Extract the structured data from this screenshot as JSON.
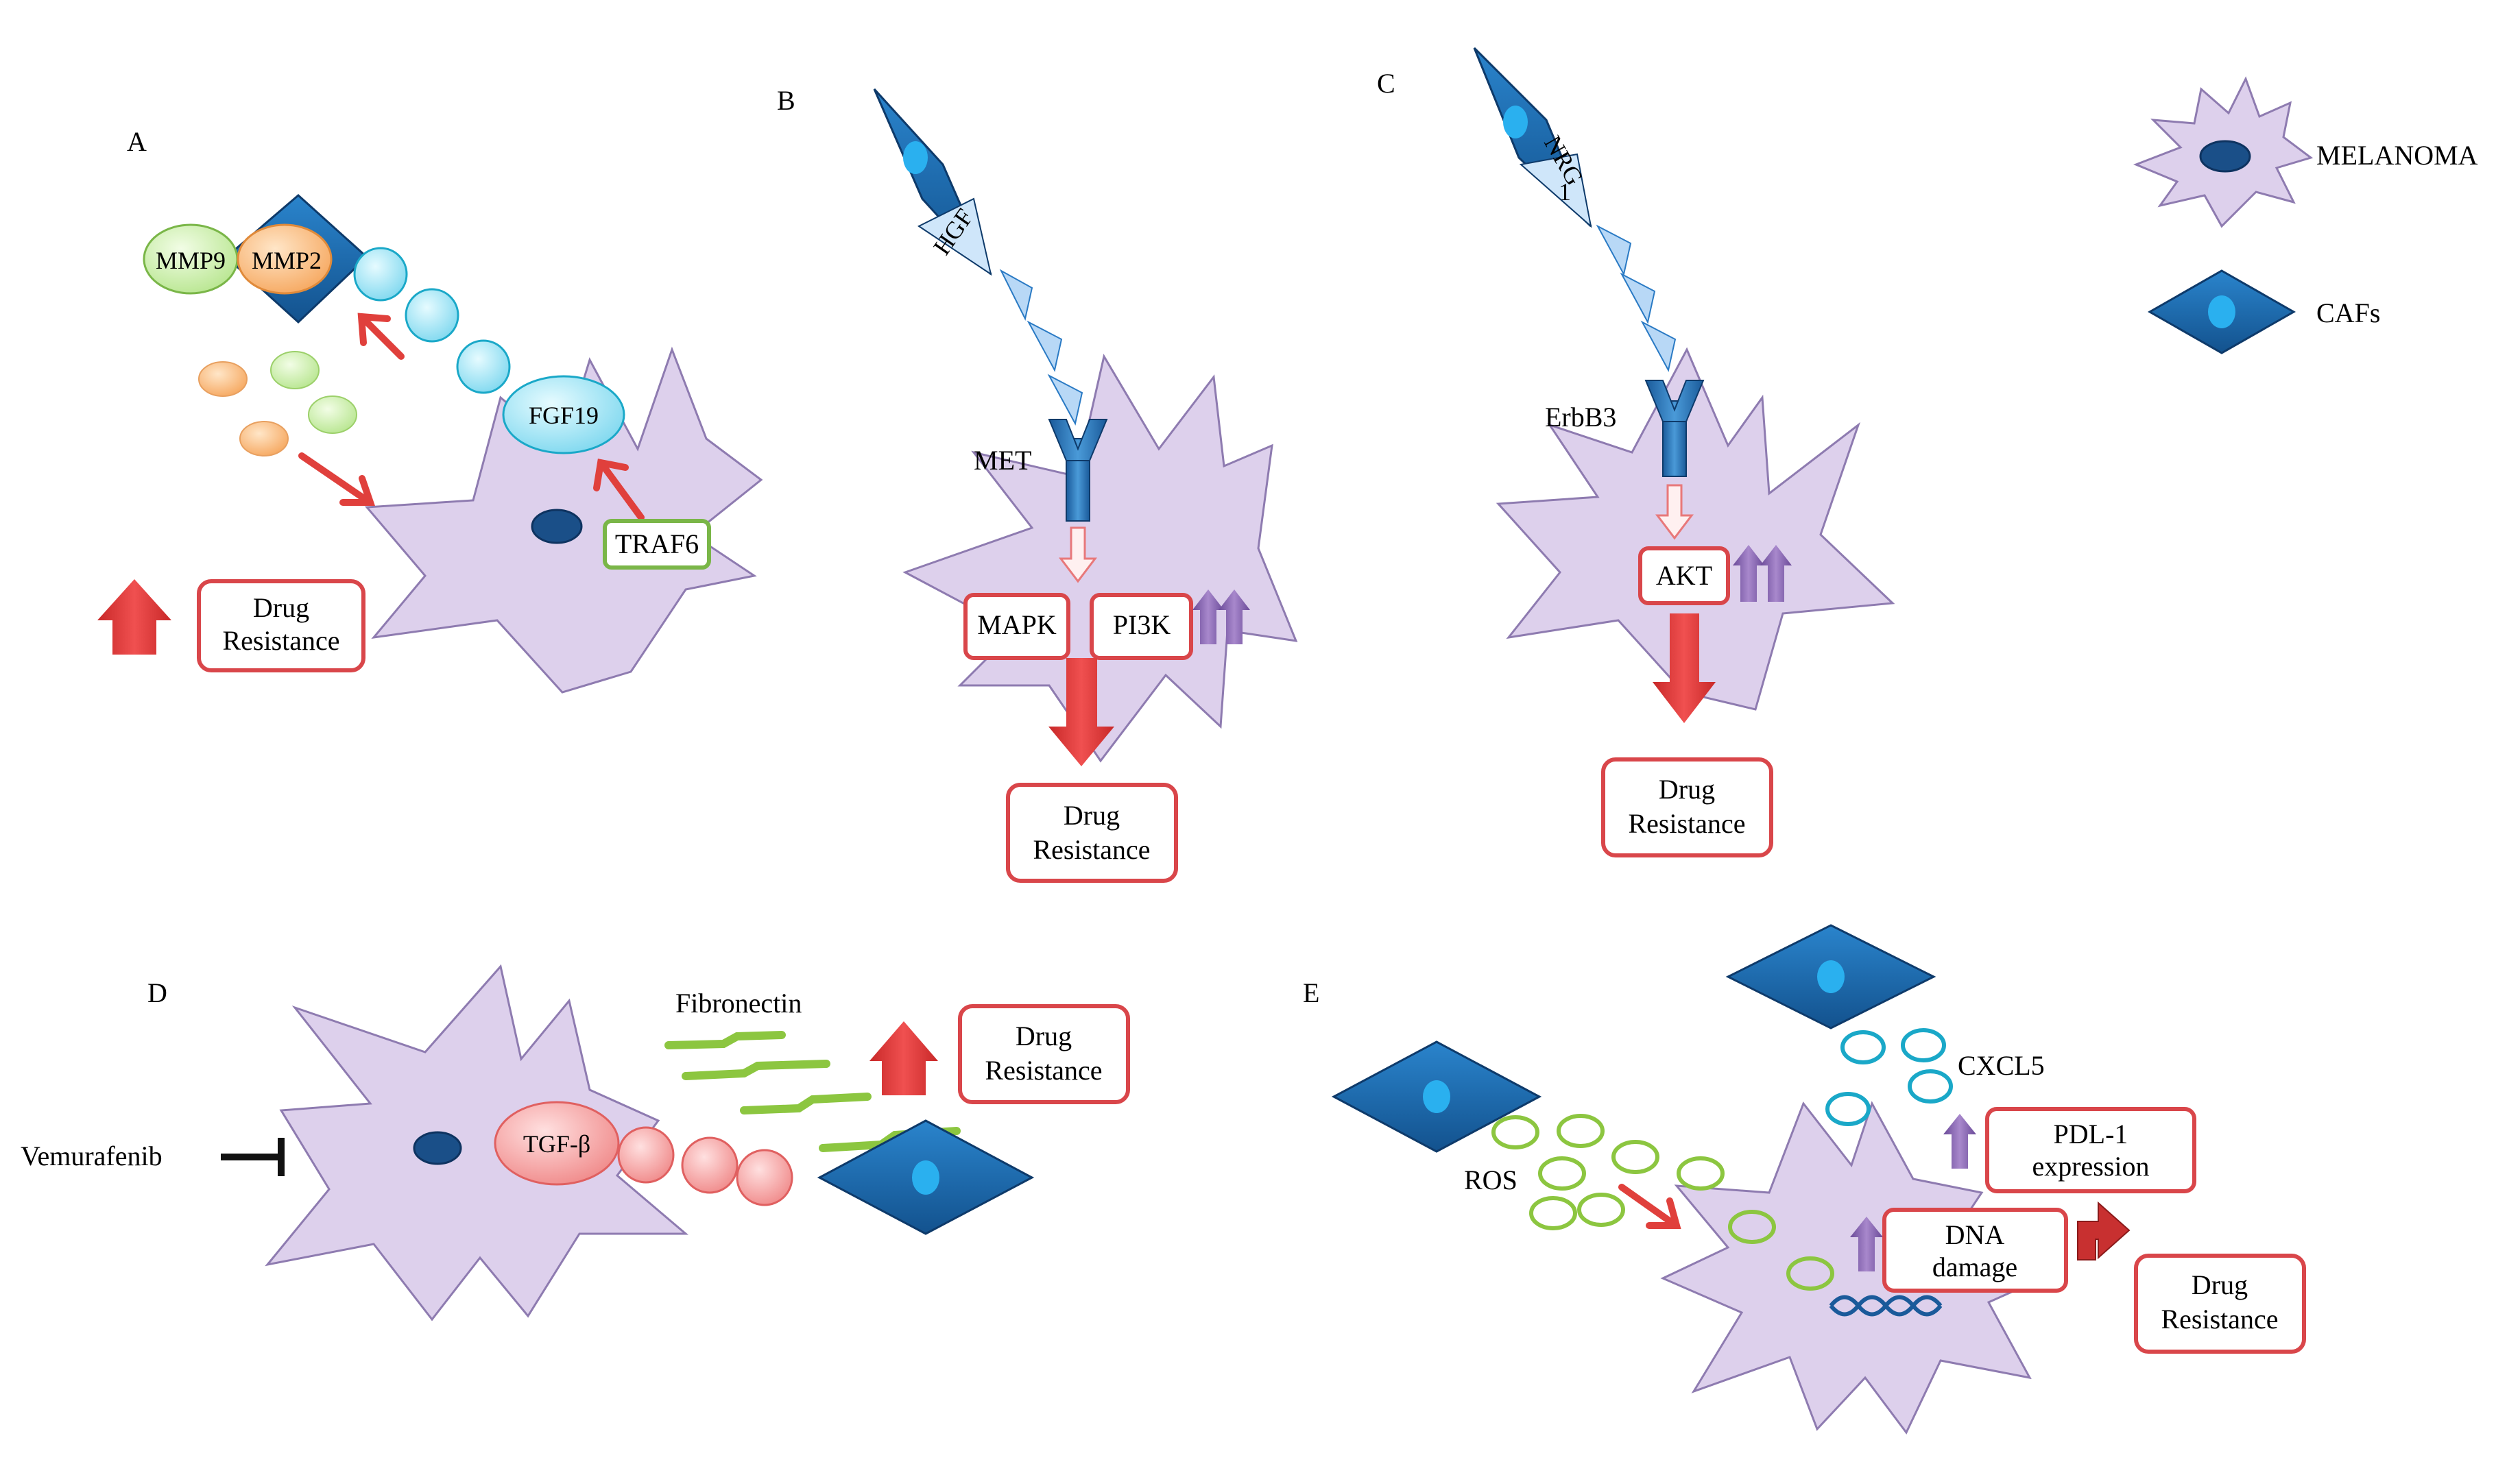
{
  "panels": {
    "A": {
      "letter": "A",
      "mmp9": "MMP9",
      "mmp2": "MMP2",
      "fgf19": "FGF19",
      "traf6": "TRAF6",
      "drug_line1": "Drug",
      "drug_line2": "Resistance"
    },
    "B": {
      "letter": "B",
      "hgf": "HGF",
      "met": "MET",
      "mapk": "MAPK",
      "pi3k": "PI3K",
      "drug_line1": "Drug",
      "drug_line2": "Resistance"
    },
    "C": {
      "letter": "C",
      "nrg_line1": "NRG",
      "nrg_line2": "1",
      "erbb3": "ErbB3",
      "akt": "AKT",
      "drug_line1": "Drug",
      "drug_line2": "Resistance"
    },
    "D": {
      "letter": "D",
      "fibronectin": "Fibronectin",
      "vemurafenib": "Vemurafenib",
      "tgfb": "TGF-β",
      "drug_line1": "Drug",
      "drug_line2": "Resistance"
    },
    "E": {
      "letter": "E",
      "cxcl5": "CXCL5",
      "ros": "ROS",
      "pdl1_line1": "PDL-1",
      "pdl1_line2": "expression",
      "dna_line1": "DNA",
      "dna_line2": "damage",
      "drug_line1": "Drug",
      "drug_line2": "Resistance"
    }
  },
  "legend": {
    "melanoma": "MELANOMA",
    "cafs": "CAFs"
  },
  "colors": {
    "melanoma_fill": "#ddd0ec",
    "caf_fill": "#1f6fb8",
    "caf_nucleus": "#2ab0ef",
    "red_arrow": "#e0403c",
    "purple_arrow": "#8a68b0",
    "box_border": "#d9464a",
    "green_border": "#7ab648",
    "cyan_circle": "#a8e6f6",
    "cyan_outline": "#1aa8c8",
    "green_circle": "#d2f0b0",
    "orange_circle": "#fac080",
    "pink_circle": "#f6a0a0",
    "ros_green": "#8cc640"
  }
}
